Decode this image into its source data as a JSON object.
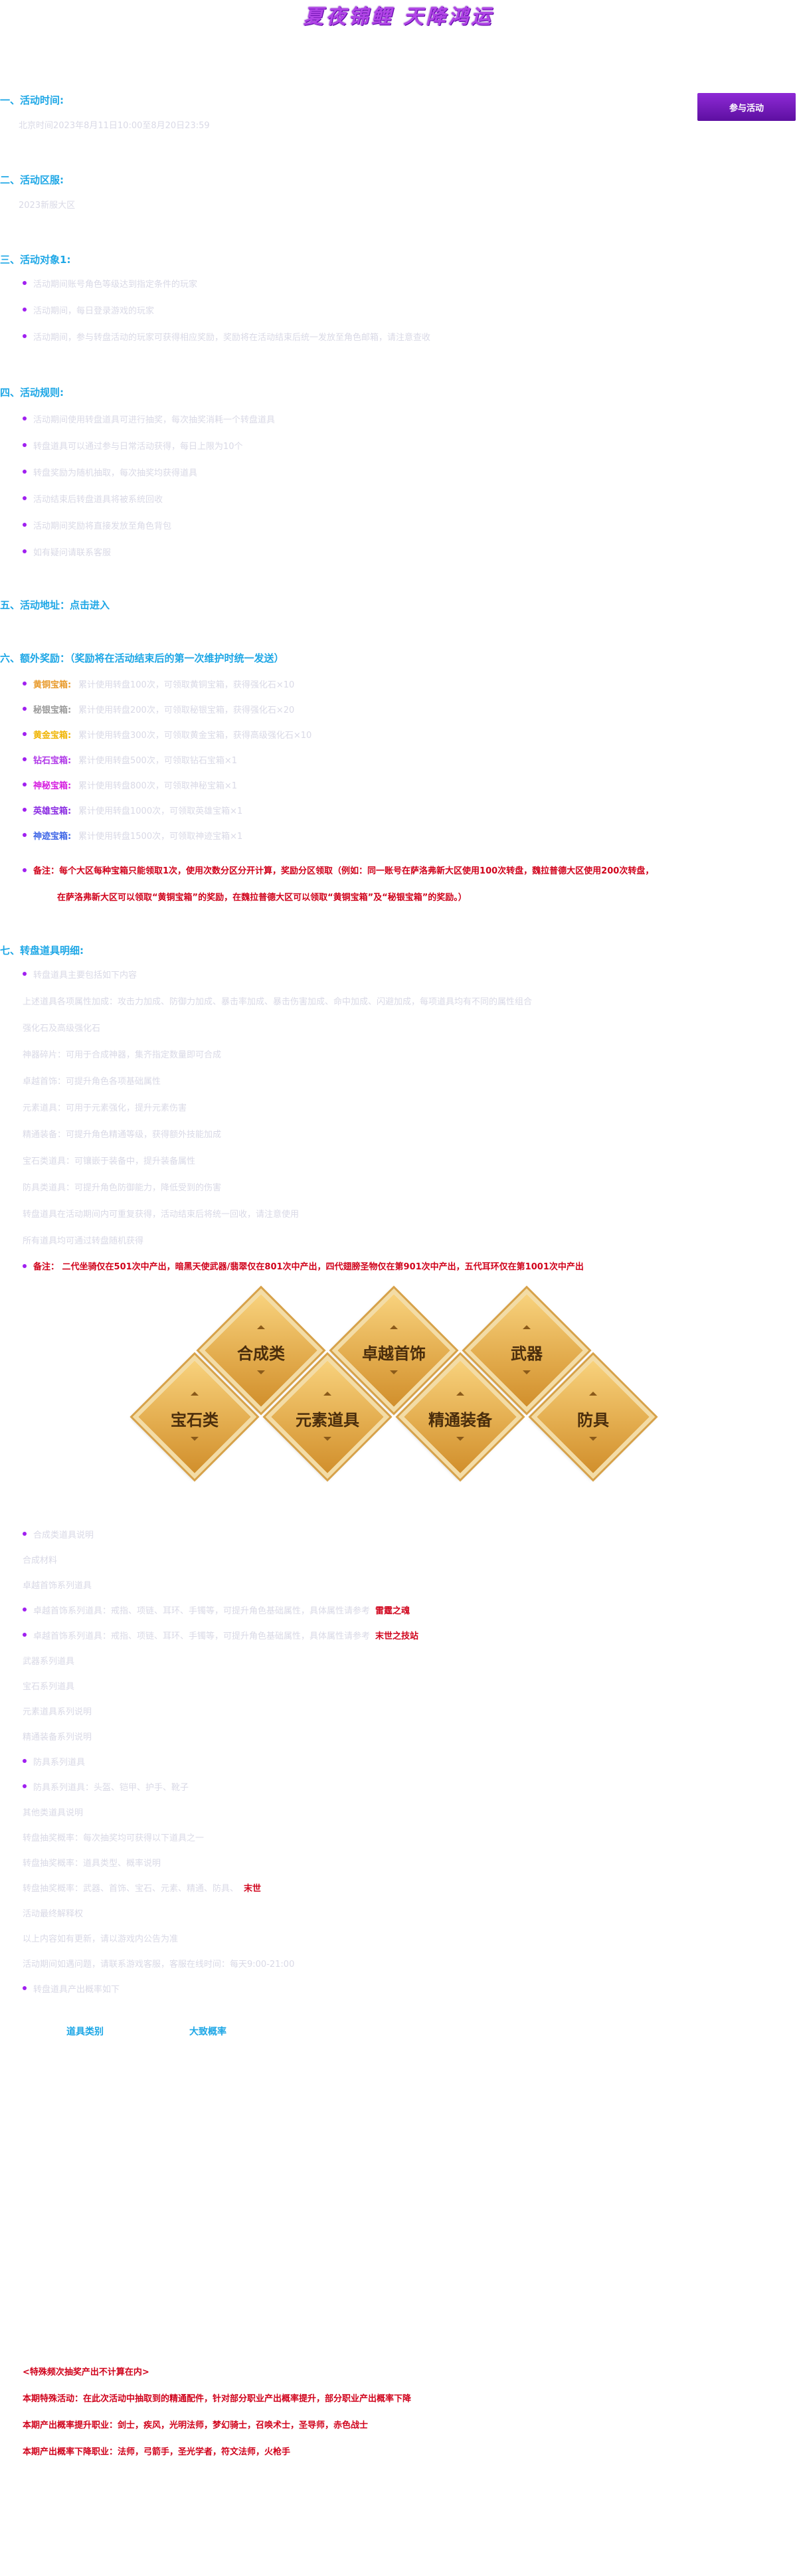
{
  "banner": {
    "title": "夏夜锦鲤 天降鸿运"
  },
  "join_button": "参与活动",
  "sections": {
    "time": {
      "title": "一、活动时间:",
      "text": "北京时间2023年8月11日10:00至8月20日23:59"
    },
    "server": {
      "title": "二、活动区服:",
      "text": "2023新服大区"
    },
    "target": {
      "title": "三、活动对象1:",
      "items": [
        "活动期间账号角色等级达到指定条件的玩家",
        "活动期间，每日登录游戏的玩家",
        "活动期间，参与转盘活动的玩家可获得相应奖励，奖励将在活动结束后统一发放至角色邮箱，请注意查收"
      ]
    },
    "rules": {
      "title": "四、活动规则:",
      "items": [
        "活动期间使用转盘道具可进行抽奖，每次抽奖消耗一个转盘道具",
        "转盘道具可以通过参与日常活动获得，每日上限为10个",
        "转盘奖励为随机抽取，每次抽奖均获得道具",
        "活动结束后转盘道具将被系统回收",
        "活动期间奖励将直接发放至角色背包",
        "如有疑问请联系客服"
      ]
    },
    "address": {
      "title": "五、活动地址：点击进入"
    },
    "extra": {
      "title": "六、额外奖励：（奖励将在活动结束后的第一次维护时统一发送）",
      "items": [
        {
          "label": "黄铜宝箱:",
          "color": "#e89a2b",
          "text": "累计使用转盘100次，可领取黄铜宝箱，获得强化石×10"
        },
        {
          "label": "秘银宝箱:",
          "color": "#9b9b9b",
          "text": "累计使用转盘200次，可领取秘银宝箱，获得强化石×20"
        },
        {
          "label": "黄金宝箱:",
          "color": "#f0b400",
          "text": "累计使用转盘300次，可领取黄金宝箱，获得高级强化石×10"
        },
        {
          "label": "钻石宝箱:",
          "color": "#b038e8",
          "text": "累计使用转盘500次，可领取钻石宝箱×1"
        },
        {
          "label": "神秘宝箱:",
          "color": "#d61ee0",
          "text": "累计使用转盘800次，可领取神秘宝箱×1"
        },
        {
          "label": "英雄宝箱:",
          "color": "#8a2be2",
          "text": "累计使用转盘1000次，可领取英雄宝箱×1"
        },
        {
          "label": "神迹宝箱:",
          "color": "#3c64e6",
          "text": "累计使用转盘1500次，可领取神迹宝箱×1"
        }
      ],
      "note_line1": "备注：每个大区每种宝箱只能领取1次，使用次数分区分开计算，奖励分区领取（例如：同一账号在萨洛弗新大区使用100次转盘，魏拉普德大区使用200次转盘，",
      "note_line2": "在萨洛弗新大区可以领取“黄铜宝箱”的奖励，在魏拉普德大区可以领取“黄铜宝箱”及“秘银宝箱”的奖励。）"
    },
    "detail": {
      "title": "七、转盘道具明细:",
      "bullet1": "转盘道具主要包括如下内容",
      "lines": [
        "上述道具各项属性加成：攻击力加成、防御力加成、暴击率加成、暴击伤害加成、命中加成、闪避加成，每项道具均有不同的属性组合",
        "强化石及高级强化石",
        "神器碎片：可用于合成神器，集齐指定数量即可合成",
        "卓越首饰：可提升角色各项基础属性",
        "元素道具：可用于元素强化，提升元素伤害",
        "精通装备：可提升角色精通等级，获得额外技能加成",
        "宝石类道具：可镶嵌于装备中，提升装备属性",
        "防具类道具：可提升角色防御能力，降低受到的伤害",
        "转盘道具在活动期间内可重复获得，活动结束后将统一回收，请注意使用",
        "所有道具均可通过转盘随机获得"
      ],
      "note": "备注： 二代坐骑仅在501次中产出，暗黑天使武器/翡翠仅在801次中产出，四代翅膀圣物仅在第901次中产出，五代耳环仅在第1001次中产出"
    },
    "diamonds": [
      "合成类",
      "卓越首饰",
      "武器",
      "宝石类",
      "元素道具",
      "精通装备",
      "防具"
    ],
    "list2": {
      "rows": [
        {
          "bullet": true,
          "text": "合成类道具说明"
        },
        {
          "bullet": false,
          "text": "合成材料"
        },
        {
          "bullet": false,
          "text": "卓越首饰系列道具"
        },
        {
          "bullet": true,
          "text": "卓越首饰系列道具：戒指、项链、耳环、手镯等，可提升角色基础属性，具体属性请参考",
          "red": "雷霆之魂"
        },
        {
          "bullet": true,
          "text": "卓越首饰系列道具：戒指、项链、耳环、手镯等，可提升角色基础属性，具体属性请参考",
          "red": "末世之技站"
        },
        {
          "bullet": false,
          "text": "武器系列道具"
        },
        {
          "bullet": false,
          "text": "宝石系列道具"
        },
        {
          "bullet": false,
          "text": "元素道具系列说明"
        },
        {
          "bullet": false,
          "text": "精通装备系列说明"
        },
        {
          "bullet": true,
          "text": "防具系列道具"
        },
        {
          "bullet": true,
          "text": "防具系列道具：头盔、铠甲、护手、靴子"
        },
        {
          "bullet": false,
          "text": "其他类道具说明"
        },
        {
          "bullet": false,
          "text": "转盘抽奖概率：每次抽奖均可获得以下道具之一"
        },
        {
          "bullet": false,
          "text": "转盘抽奖概率：道具类型、概率说明"
        },
        {
          "bullet": false,
          "text": "转盘抽奖概率：武器、首饰、宝石、元素、精通、防具、",
          "red": "末世"
        },
        {
          "bullet": false,
          "text": "活动最终解释权"
        },
        {
          "bullet": false,
          "text": "以上内容如有更新，请以游戏内公告为准"
        },
        {
          "bullet": false,
          "text": "活动期间如遇问题，请联系游戏客服，客服在线时间：每天9:00-21:00"
        },
        {
          "bullet": true,
          "text": "转盘道具产出概率如下"
        }
      ],
      "table_header": {
        "col1": "道具类别",
        "col2": "大致概率"
      }
    },
    "bottom": {
      "lines": [
        "<特殊频次抽奖产出不计算在内>",
        "本期特殊活动：在此次活动中抽取到的精通配件，针对部分职业产出概率提升，部分职业产出概率下降",
        "本期产出概率提升职业：剑士，疾风，光明法师，梦幻骑士，召唤术士，圣导师，赤色战士",
        "本期产出概率下降职业：法师，弓箭手，圣光学者，符文法师，火枪手"
      ]
    }
  }
}
